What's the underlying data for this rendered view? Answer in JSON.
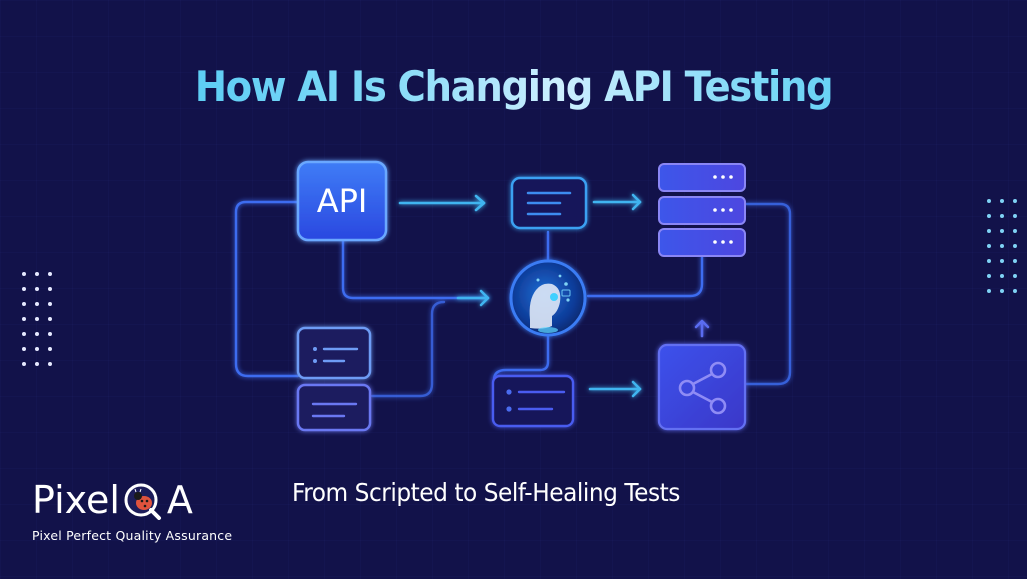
{
  "header": {
    "title": "How AI Is Changing API Testing",
    "subtitle": "From Scripted to Self-Healing Tests"
  },
  "brand": {
    "name_part1": "Pixel",
    "name_part2": "A",
    "tagline": "Pixel Perfect Quality Assurance"
  },
  "diagram": {
    "nodes": [
      {
        "id": "api",
        "label": "API",
        "icon": "api-block"
      },
      {
        "id": "document-top",
        "icon": "document-lines-icon"
      },
      {
        "id": "server-stack",
        "icon": "server-stack-icon",
        "rows": 3
      },
      {
        "id": "ai-brain",
        "icon": "robot-head-icon"
      },
      {
        "id": "list-left",
        "icon": "bulleted-list-icon"
      },
      {
        "id": "document-left",
        "icon": "document-lines-icon"
      },
      {
        "id": "list-bottom",
        "icon": "bulleted-list-icon"
      },
      {
        "id": "share",
        "icon": "share-icon"
      }
    ]
  },
  "colors": {
    "background": "#12124a",
    "title_cyan": "#4cc6f3",
    "node_blue": "#3a52e8",
    "line_blue": "#3d6cf0",
    "arrow_cyan": "#3fb4f0",
    "dots_left": "#e6e9ff",
    "dots_right": "#7fd3f5"
  },
  "decor": {
    "left_dots": {
      "rows": 7,
      "cols": 3
    },
    "right_dots": {
      "rows": 7,
      "cols": 3
    }
  }
}
